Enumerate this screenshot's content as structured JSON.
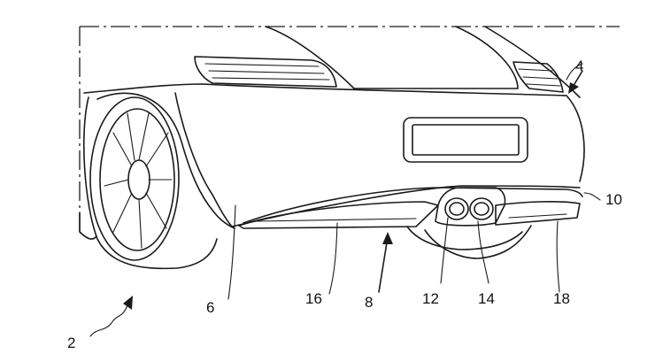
{
  "figure": {
    "description_style": "patent line drawing",
    "line_color": "#1a1a1a",
    "background_color": "#ffffff"
  },
  "reference_numerals": {
    "vehicle": "2",
    "body": "4",
    "rear_bumper": "6",
    "diffuser_assembly": "8",
    "trim_strip": "10",
    "exhaust_tip_left": "12",
    "exhaust_tip_right": "14",
    "diffuser_left_part": "16",
    "diffuser_right_part": "18"
  }
}
